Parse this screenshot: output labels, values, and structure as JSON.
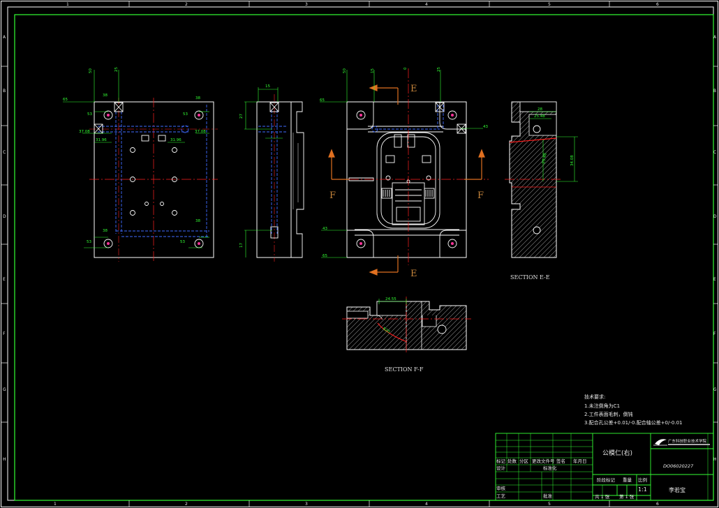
{
  "border": {
    "top_numbers": [
      "1",
      "2",
      "3",
      "4",
      "5",
      "6"
    ],
    "bottom_numbers": [
      "1",
      "2",
      "3",
      "4",
      "5",
      "6"
    ],
    "row_letters": [
      "A",
      "B",
      "C",
      "D",
      "E",
      "F",
      "G",
      "H"
    ]
  },
  "views": {
    "front_dims": {
      "top_a": "50",
      "top_b": "25",
      "left_65": "65",
      "d38_top": "38",
      "d38_top_r": "38",
      "d53_l": "53",
      "d53_r": "53",
      "d3708_l": "37.08",
      "d3708_r": "37.08",
      "d3196_l": "31.96",
      "d3196_r": "31.96",
      "d38_bot": "38",
      "d38_bot_r": "38",
      "d53_bl": "53",
      "d53_br": "53"
    },
    "side_dims": {
      "top": "15",
      "left_a": "27",
      "left_b": "17"
    },
    "center_dims": {
      "top_a": "50",
      "top_b": "15",
      "top_c": "0",
      "top_d": "25",
      "left_65": "65",
      "left_43": "43",
      "left_65b": "65",
      "right_43": "43"
    },
    "section_e_labels": {
      "top": "E",
      "bottom": "E"
    },
    "section_f_labels": {
      "left": "F",
      "right": "F"
    },
    "section_ee_dims": {
      "top": "28",
      "inner": "25.48",
      "right": "34.08"
    },
    "section_ff_dims": {
      "top": "24.55",
      "inner": "R20"
    }
  },
  "section_titles": {
    "ee": "SECTION E-E",
    "ff": "SECTION F-F"
  },
  "tech_requirements": {
    "title": "技术要求:",
    "items": [
      "1.未注倒角为C1",
      "2.工件表面毛刺，倒钝",
      "3.配合孔公差+0.01/-0.配合轴公差+0/-0.01"
    ]
  },
  "title_block": {
    "part_name": "公模仁(右)",
    "company": "广东科技职业技术学院",
    "drawing_no": "DO06020227",
    "designer_label": "设计",
    "standardize_label": "标准化",
    "check_label": "审核",
    "process_label": "工艺",
    "approve_label": "批准",
    "mark_label": "标记",
    "count_label": "处数",
    "zone_label": "分区",
    "change_doc_label": "更改文件号",
    "signature_label": "签名",
    "date_label": "年月日",
    "stage_label": "阶段标记",
    "weight_label": "重量",
    "scale_label": "比例",
    "scale_value": "1:1",
    "sheet_total": "共 1 张",
    "sheet_no": "第 1 张",
    "author": "李若宝"
  }
}
